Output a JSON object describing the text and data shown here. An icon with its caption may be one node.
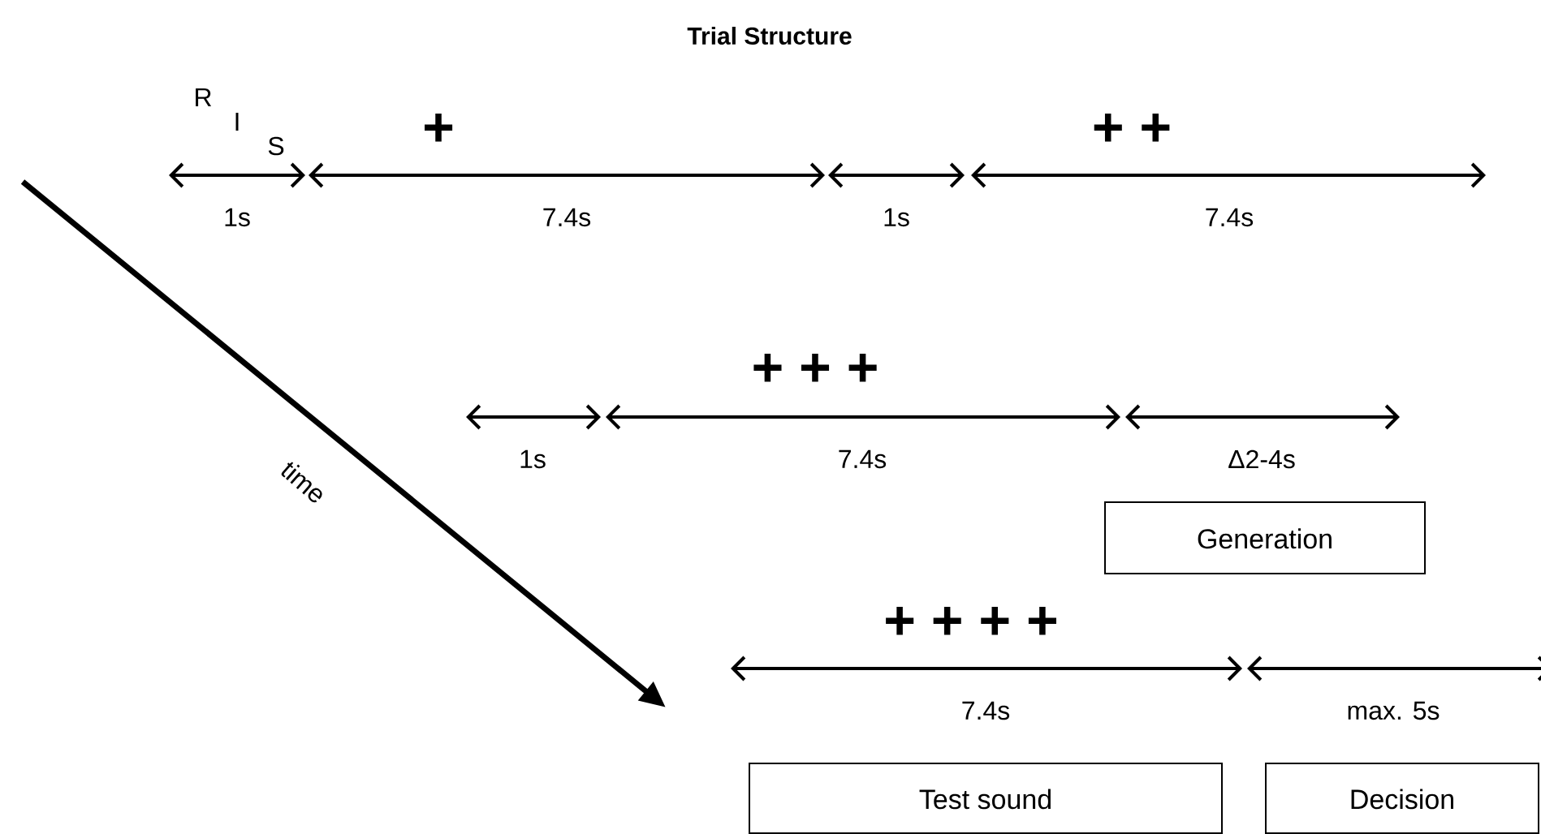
{
  "diagram": {
    "title": "Trial Structure",
    "nodes": [
      {
        "text": [
          "Generation"
        ]
      },
      {
        "text": [
          "Test sound"
        ]
      },
      {
        "text": [
          "Decision"
        ]
      }
    ],
    "labels": [
      "R",
      "I",
      "S",
      "+",
      "+ +",
      "1s",
      "7.4s",
      "1s",
      "7.4s",
      "time",
      "+ + +",
      "1s",
      "7.4s",
      "Δ2-4s",
      "+ + + +",
      "7.4s",
      "max. 5s"
    ]
  }
}
